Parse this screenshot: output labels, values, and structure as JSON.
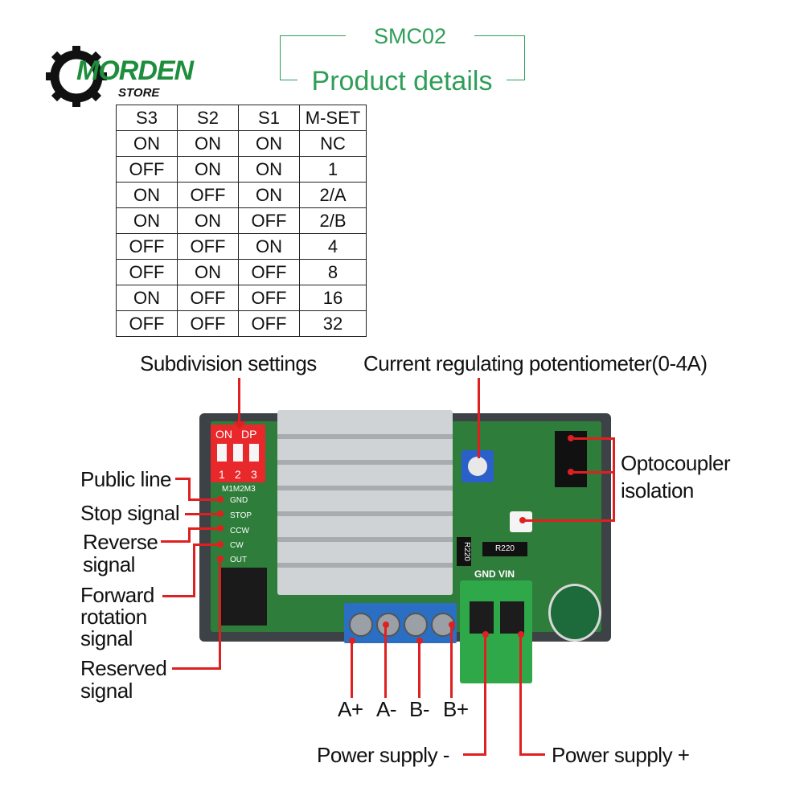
{
  "logo": {
    "brand": "MORDEN",
    "store": "STORE"
  },
  "header": {
    "model": "SMC02",
    "title": "Product details"
  },
  "table": {
    "headers": [
      "S3",
      "S2",
      "S1",
      "M-SET"
    ],
    "rows": [
      [
        "ON",
        "ON",
        "ON",
        "NC"
      ],
      [
        "OFF",
        "ON",
        "ON",
        "1"
      ],
      [
        "ON",
        "OFF",
        "ON",
        "2/A"
      ],
      [
        "ON",
        "ON",
        "OFF",
        "2/B"
      ],
      [
        "OFF",
        "OFF",
        "ON",
        "4"
      ],
      [
        "OFF",
        "ON",
        "OFF",
        "8"
      ],
      [
        "ON",
        "OFF",
        "OFF",
        "16"
      ],
      [
        "OFF",
        "OFF",
        "OFF",
        "32"
      ]
    ]
  },
  "labels": {
    "subdivision": "Subdivision settings",
    "potentiometer": "Current regulating potentiometer(0-4A)",
    "optocoupler_1": "Optocoupler",
    "optocoupler_2": "isolation",
    "public_line": "Public line",
    "stop_signal": "Stop signal",
    "reverse_1": "Reverse",
    "reverse_2": "signal",
    "forward_1": "Forward",
    "forward_2": "rotation",
    "forward_3": "signal",
    "reserved_1": "Reserved",
    "reserved_2": "signal",
    "a_plus": "A+",
    "a_minus": "A-",
    "b_minus": "B-",
    "b_plus": "B+",
    "power_minus": "Power supply -",
    "power_plus": "Power supply +"
  },
  "board": {
    "dip_on": "ON",
    "dip_dp": "DP",
    "dip_numbers": [
      "1",
      "2",
      "3"
    ],
    "dip_caption": "M1M2M3",
    "pins": [
      "GND",
      "STOP",
      "CCW",
      "CW",
      "OUT"
    ],
    "power_pins": "GND VIN",
    "resistor_1": "R220",
    "resistor_2": "R220"
  },
  "colors": {
    "accent_green": "#2e9e58",
    "callout_red": "#e02020",
    "pcb_green": "#2e7d3a"
  }
}
